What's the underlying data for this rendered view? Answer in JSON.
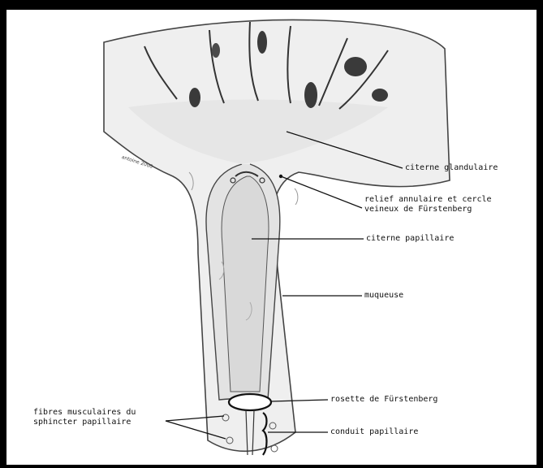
{
  "diagram": {
    "labels": {
      "citerne_glandulaire": "citerne glandulaire",
      "relief_line1": "relief annulaire et cercle",
      "relief_line2": "veineux de Fürstenberg",
      "citerne_papillaire": "citerne papillaire",
      "muqueuse": "muqueuse",
      "rosette": "rosette de Fürstenberg",
      "conduit": "conduit papillaire",
      "fibres_line1": "fibres musculaires du",
      "fibres_line2": "sphincter papillaire"
    },
    "signature": "antoine 2000"
  },
  "colors": {
    "tissue": "#eeeeee",
    "outline": "#333333",
    "lumen": "#dedede",
    "dark_ducts": "#3a3a3a",
    "leader": "#111111"
  }
}
